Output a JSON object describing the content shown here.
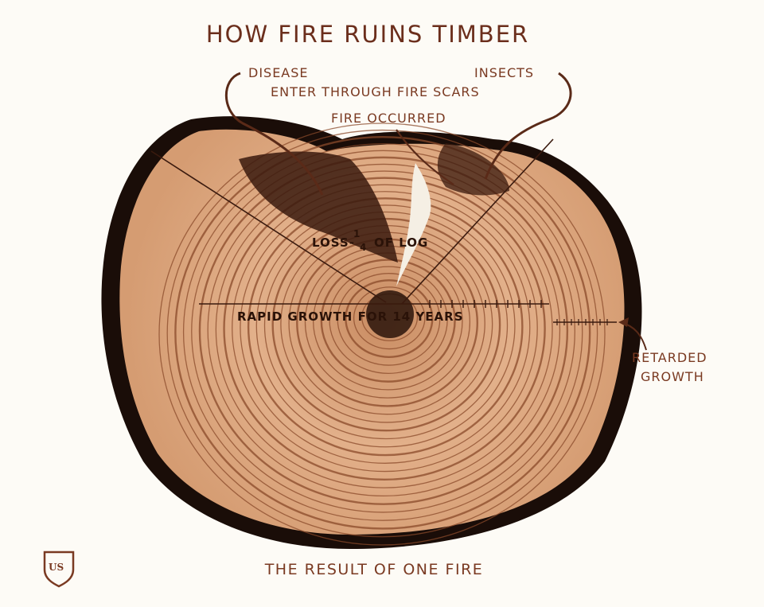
{
  "title": "HOW FIRE RUINS TIMBER",
  "subtitle": "THE RESULT OF ONE FIRE",
  "labels": {
    "disease": "DISEASE",
    "insects": "INSECTS",
    "enter": "ENTER THROUGH FIRE SCARS",
    "fire_occurred": "FIRE OCCURRED",
    "loss_before": "LOSS-",
    "loss_num": "1",
    "loss_den": "4",
    "loss_after": "OF LOG",
    "rapid_growth": "RAPID GROWTH FOR 14 YEARS",
    "retarded_1": "RETARDED",
    "retarded_2": "GROWTH"
  },
  "logo": {
    "text": "US"
  },
  "colors": {
    "text": "#7a3a22",
    "wood": "#d9a378",
    "bark": "#1a0d08",
    "ring": "#8a4a2a",
    "background": "#fdfbf6"
  }
}
